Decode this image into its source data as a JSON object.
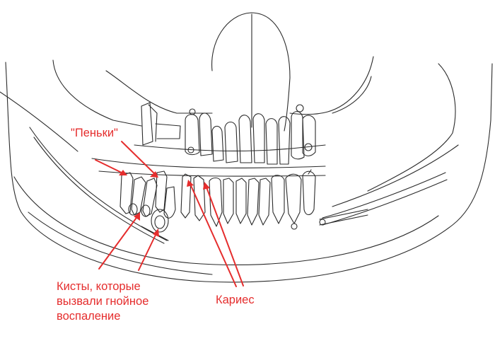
{
  "labels": {
    "stumps": "\"Пеньки\"",
    "caries": "Кариес",
    "cysts_lines": [
      "Кисты, которые",
      "вызвали гнойное",
      "воспаление"
    ]
  },
  "colors": {
    "annotation": "#e52d2d",
    "sketch": "#2b2b2b",
    "background": "#ffffff"
  }
}
